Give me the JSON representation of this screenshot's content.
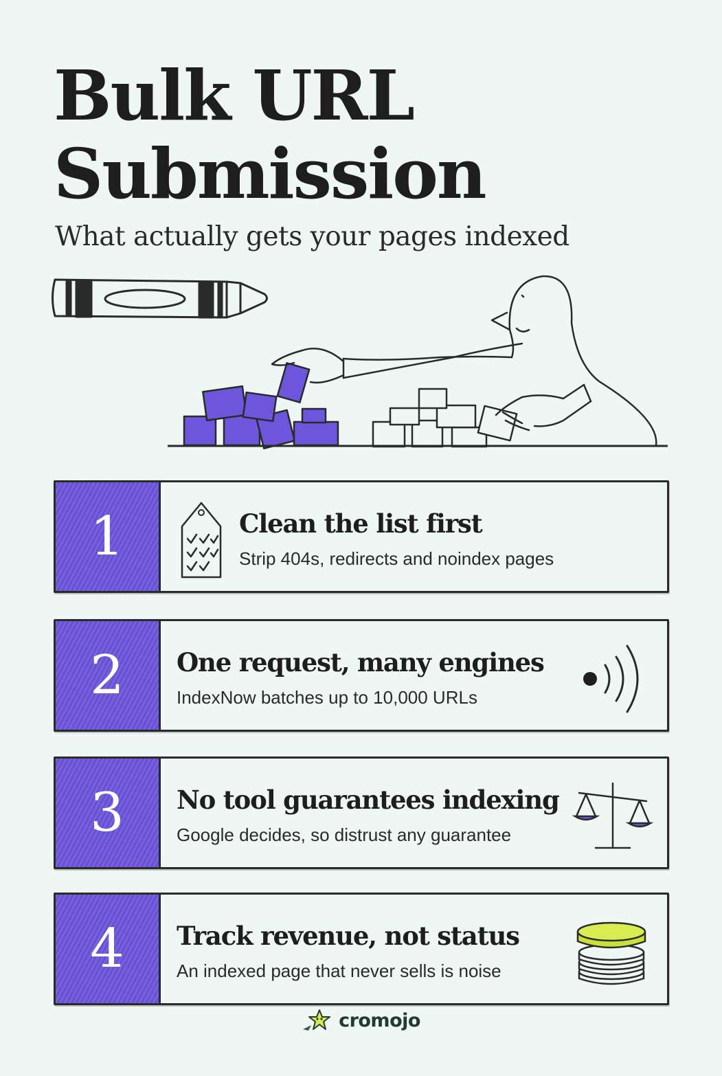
{
  "header": {
    "title_line1": "Bulk URL",
    "title_line2": "Submission",
    "subtitle": "What actually gets your pages indexed"
  },
  "hero": {
    "icons": [
      "crayon-icon",
      "person-illustration",
      "purple-blocks-icon",
      "white-blocks-icon"
    ]
  },
  "steps": [
    {
      "number": "1",
      "title": "Clean the list first",
      "description": "Strip 404s, redirects and noindex pages",
      "icon": "checklist-tag-icon"
    },
    {
      "number": "2",
      "title": "One request, many engines",
      "description": "IndexNow batches up to 10,000 URLs",
      "icon": "signal-broadcast-icon"
    },
    {
      "number": "3",
      "title": "No tool guarantees indexing",
      "description": "Google decides, so distrust any guarantee",
      "icon": "balance-scale-icon"
    },
    {
      "number": "4",
      "title": "Track revenue, not status",
      "description": "An indexed page that never sells is noise",
      "icon": "coin-stack-icon"
    }
  ],
  "brand": {
    "name": "cromojo",
    "icon": "star-logo-icon"
  },
  "colors": {
    "background": "#eef7f4",
    "accent_purple": "#6d55dc",
    "accent_lime": "#d8ec52",
    "ink": "#2a2a2a"
  }
}
